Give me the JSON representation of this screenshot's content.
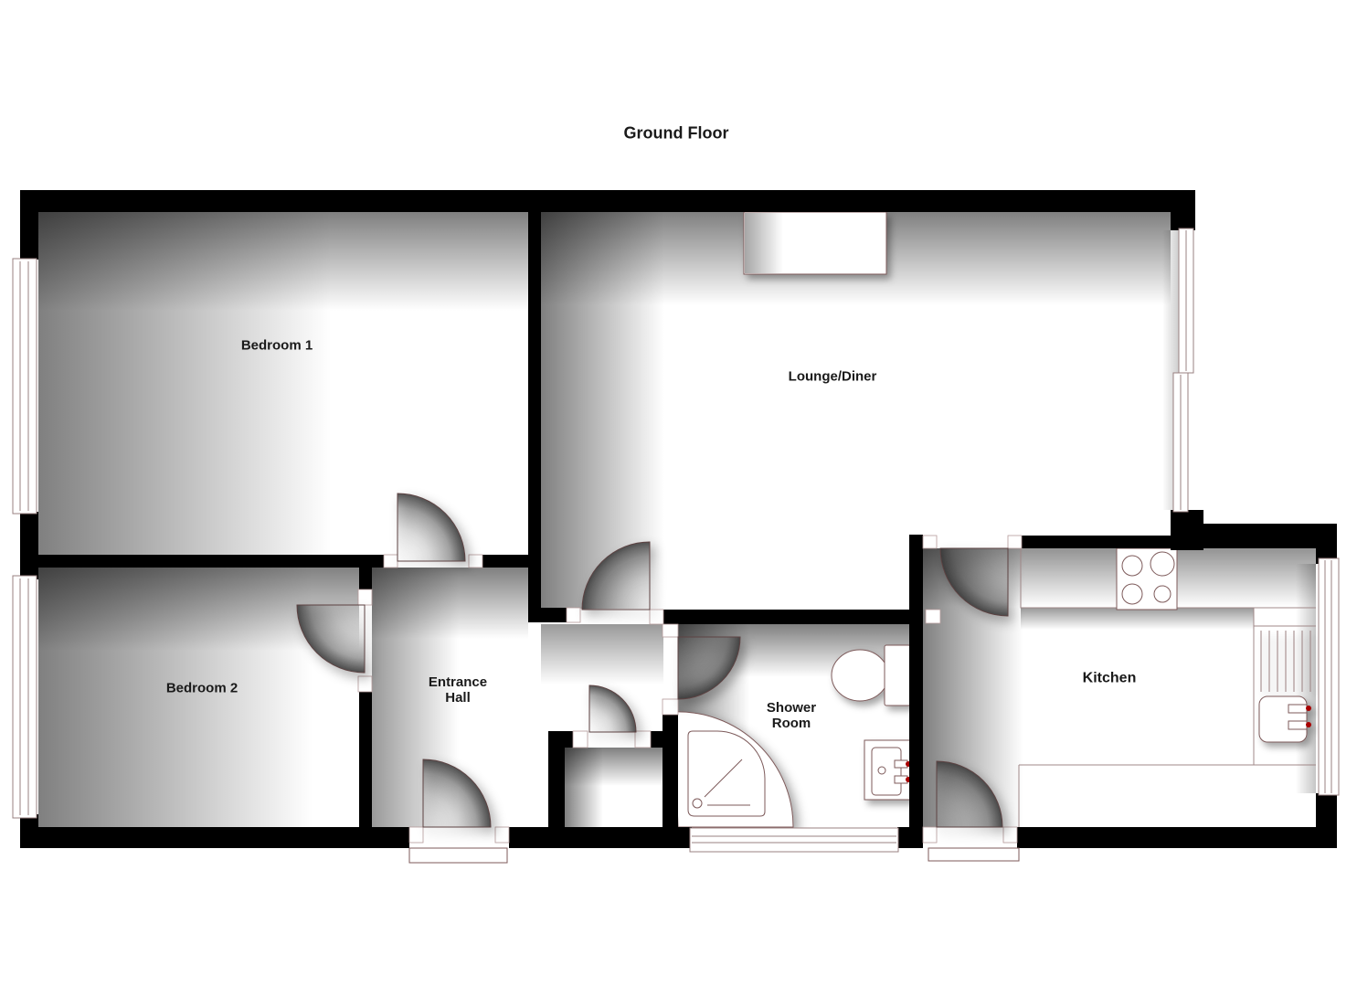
{
  "title": "Ground Floor",
  "rooms": {
    "bedroom1": {
      "label": "Bedroom 1"
    },
    "lounge": {
      "label": "Lounge/Diner"
    },
    "bedroom2": {
      "label": "Bedroom 2"
    },
    "entrance_hall": {
      "label": "Entrance\nHall"
    },
    "shower_room": {
      "label": "Shower\nRoom"
    },
    "kitchen": {
      "label": "Kitchen"
    }
  },
  "colors": {
    "wall": "#000000",
    "fixture_outline": "#7d5a5a",
    "window_outline": "#9a8080",
    "tap_red": "#a80000",
    "text": "#1a1a1a"
  }
}
